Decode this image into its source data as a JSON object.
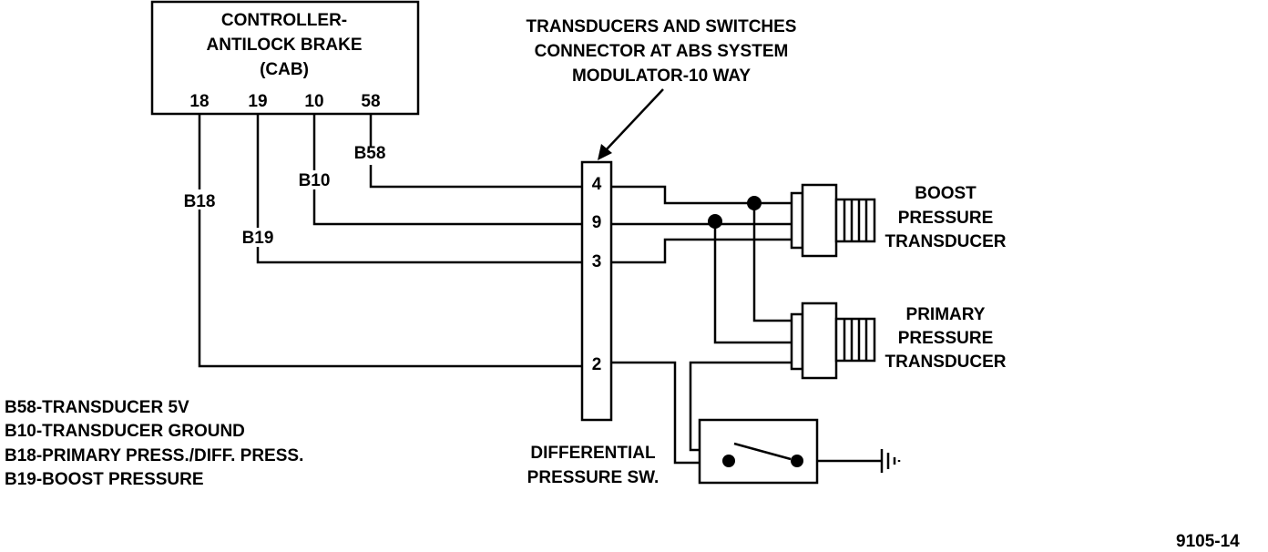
{
  "controller": {
    "title_lines": [
      "CONTROLLER-",
      "ANTILOCK BRAKE",
      "(CAB)"
    ],
    "pins": [
      "18",
      "19",
      "10",
      "58"
    ]
  },
  "connector": {
    "title_lines": [
      "TRANSDUCERS AND SWITCHES",
      "CONNECTOR AT ABS SYSTEM",
      "MODULATOR-10 WAY"
    ],
    "pins": [
      "4",
      "9",
      "3",
      "2"
    ]
  },
  "wires": [
    "B58",
    "B10",
    "B18",
    "B19"
  ],
  "boost_transducer": {
    "lines": [
      "BOOST",
      "PRESSURE",
      "TRANSDUCER"
    ]
  },
  "primary_transducer": {
    "lines": [
      "PRIMARY",
      "PRESSURE",
      "TRANSDUCER"
    ]
  },
  "differential_switch": {
    "lines": [
      "DIFFERENTIAL",
      "PRESSURE SW."
    ]
  },
  "legend": [
    "B58-TRANSDUCER 5V",
    "B10-TRANSDUCER GROUND",
    "B18-PRIMARY PRESS./DIFF. PRESS.",
    "B19-BOOST PRESSURE"
  ],
  "figure_id": "9105-14"
}
